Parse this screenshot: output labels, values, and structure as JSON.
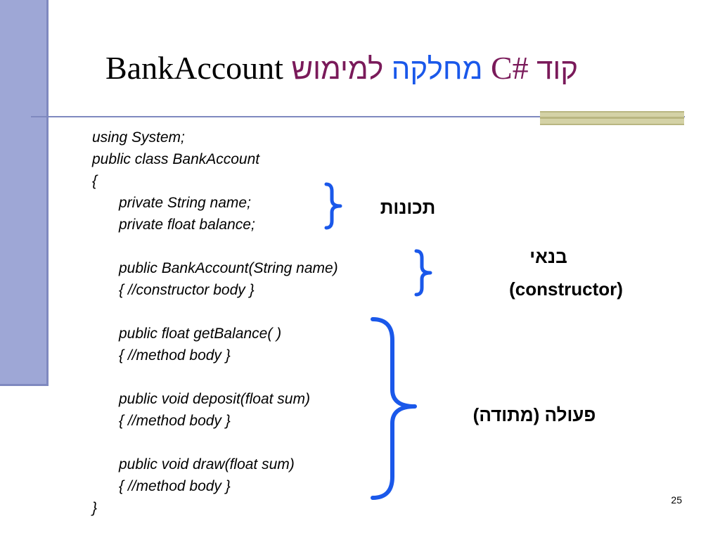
{
  "slide": {
    "title": {
      "latin": "BankAccount",
      "hebrew_blue": "מחלקה",
      "hebrew_purple": "קוד",
      "hebrew_purple_2": "למימוש",
      "csharp": "C#"
    },
    "code_lines": [
      {
        "text": "using System;",
        "indent": false
      },
      {
        "text": "public class BankAccount",
        "indent": false
      },
      {
        "text": "{",
        "indent": false
      },
      {
        "text": "private String name;",
        "indent": true
      },
      {
        "text": "private float balance;",
        "indent": true
      },
      {
        "text": "",
        "indent": false
      },
      {
        "text": "public BankAccount(String name)",
        "indent": true
      },
      {
        "text": "{ //constructor body }",
        "indent": true
      },
      {
        "text": "",
        "indent": false
      },
      {
        "text": "public float getBalance( )",
        "indent": true
      },
      {
        "text": "{ //method body }",
        "indent": true
      },
      {
        "text": "",
        "indent": false
      },
      {
        "text": "public void deposit(float sum)",
        "indent": true
      },
      {
        "text": "{ //method body }",
        "indent": true
      },
      {
        "text": "",
        "indent": false
      },
      {
        "text": "public void draw(float sum)",
        "indent": true
      },
      {
        "text": "{ //method body }",
        "indent": true
      },
      {
        "text": "}",
        "indent": false
      }
    ],
    "labels": {
      "properties": "תכונות",
      "constructor_hebrew": "בנאי",
      "constructor_english": "(constructor)",
      "method": "פעולה (מתודה)"
    },
    "page_number": "25",
    "colors": {
      "left_bar": "#9ea7d6",
      "brace": "#1a58ea",
      "title_hebrew_purple": "#7a1a5a",
      "title_hebrew_blue": "#1a58ea",
      "accent": "#d4d2a6"
    }
  }
}
